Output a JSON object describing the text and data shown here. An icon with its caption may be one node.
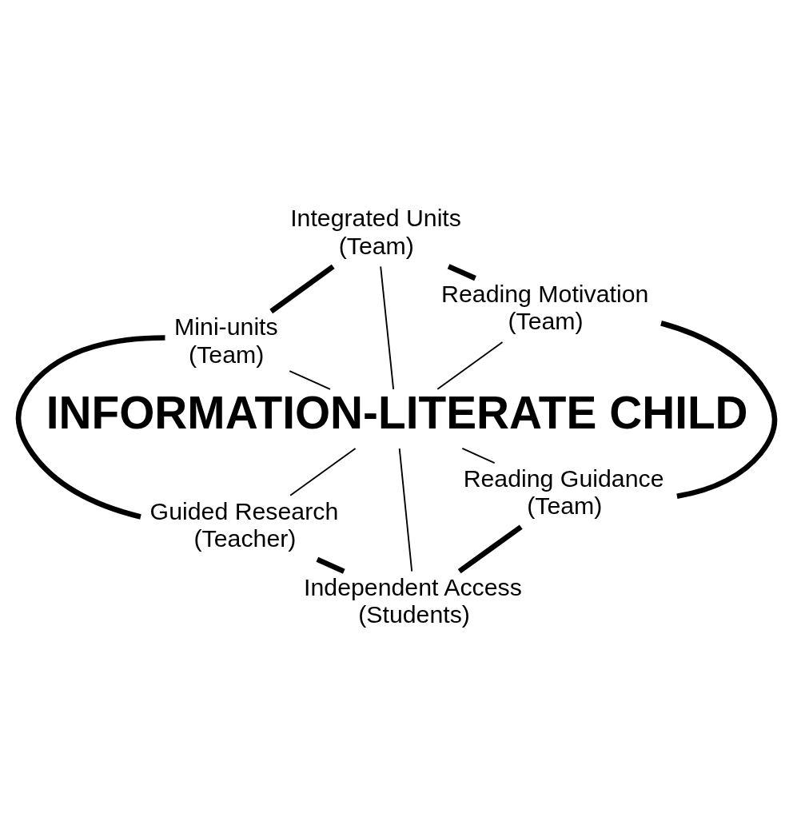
{
  "diagram": {
    "nodes": [
      {
        "text": [
          "Integrated Units",
          "(Team)"
        ]
      },
      {
        "text": [
          "Reading Motivation",
          "(Team)"
        ]
      },
      {
        "text": [
          "Mini-units",
          "(Team)"
        ]
      },
      {
        "text": [
          "INFORMATION-LITERATE CHILD"
        ]
      },
      {
        "text": [
          "Reading Guidance",
          "(Team)"
        ]
      },
      {
        "text": [
          "Guided Research",
          "(Teacher)"
        ]
      },
      {
        "text": [
          "Independent Access",
          "(Students)"
        ]
      }
    ],
    "edges": [
      {
        "from": 3,
        "to": 0,
        "arrow": "none"
      },
      {
        "from": 3,
        "to": 1,
        "arrow": "none"
      },
      {
        "from": 3,
        "to": 2,
        "arrow": "none"
      },
      {
        "from": 3,
        "to": 4,
        "arrow": "none"
      },
      {
        "from": 3,
        "to": 5,
        "arrow": "none"
      },
      {
        "from": 3,
        "to": 6,
        "arrow": "none"
      },
      {
        "from": 0,
        "to": 2,
        "arrow": "none",
        "style": "thick"
      },
      {
        "from": 2,
        "to": 5,
        "arrow": "none",
        "style": "thick"
      },
      {
        "from": 5,
        "to": 6,
        "arrow": "none",
        "style": "thick"
      },
      {
        "from": 6,
        "to": 4,
        "arrow": "none",
        "style": "thick"
      },
      {
        "from": 4,
        "to": 1,
        "arrow": "none",
        "style": "thick"
      },
      {
        "from": 1,
        "to": 0,
        "arrow": "none",
        "style": "thick"
      }
    ]
  }
}
